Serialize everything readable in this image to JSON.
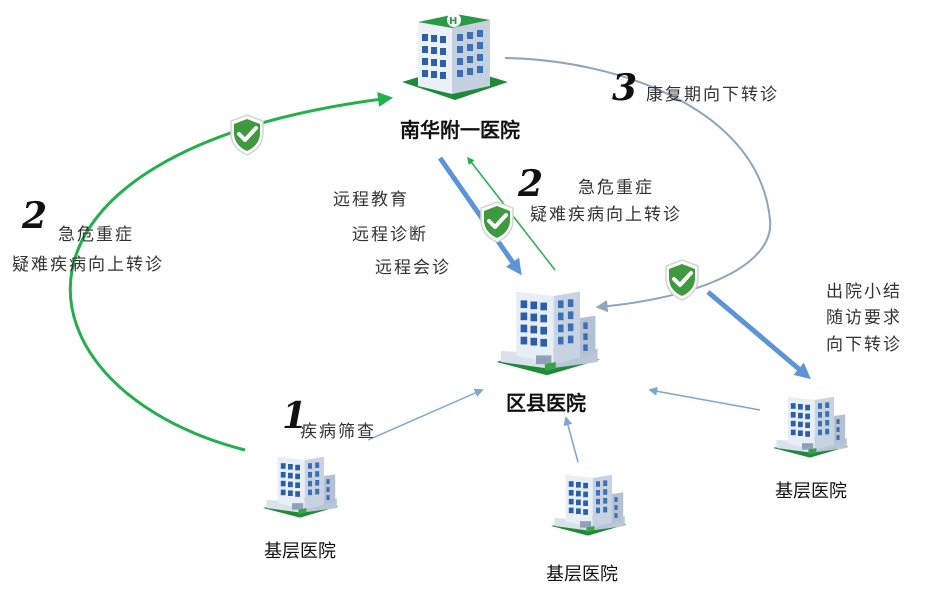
{
  "nodes": {
    "top_hospital": "南华附一医院",
    "district_hospital": "区县医院",
    "base_left": "基层医院",
    "base_bottom": "基层医院",
    "base_right": "基层医院"
  },
  "steps": {
    "step1": {
      "number": "1",
      "text": "疾病筛查"
    },
    "step2_left": {
      "number": "2",
      "line1": "急危重症",
      "line2": "疑难疾病向上转诊"
    },
    "step2_mid": {
      "number": "2",
      "line1": "急危重症",
      "line2": "疑难疾病向上转诊"
    },
    "step3": {
      "number": "3",
      "text": "康复期向下转诊"
    }
  },
  "remote": {
    "education": "远程教育",
    "diagnosis": "远程诊断",
    "consultation": "远程会诊"
  },
  "discharge": {
    "line1": "出院小结",
    "line2": "随访要求",
    "line3": "向下转诊"
  },
  "colors": {
    "green_arrow": "#21b04b",
    "blue_arrow": "#7aa6d8",
    "thick_blue": "#5b95d8",
    "gray_curve": "#8ea4c0",
    "shield_green": "#3f9a3f"
  },
  "icons": [
    "hospital-building-icon",
    "check-shield-icon"
  ]
}
